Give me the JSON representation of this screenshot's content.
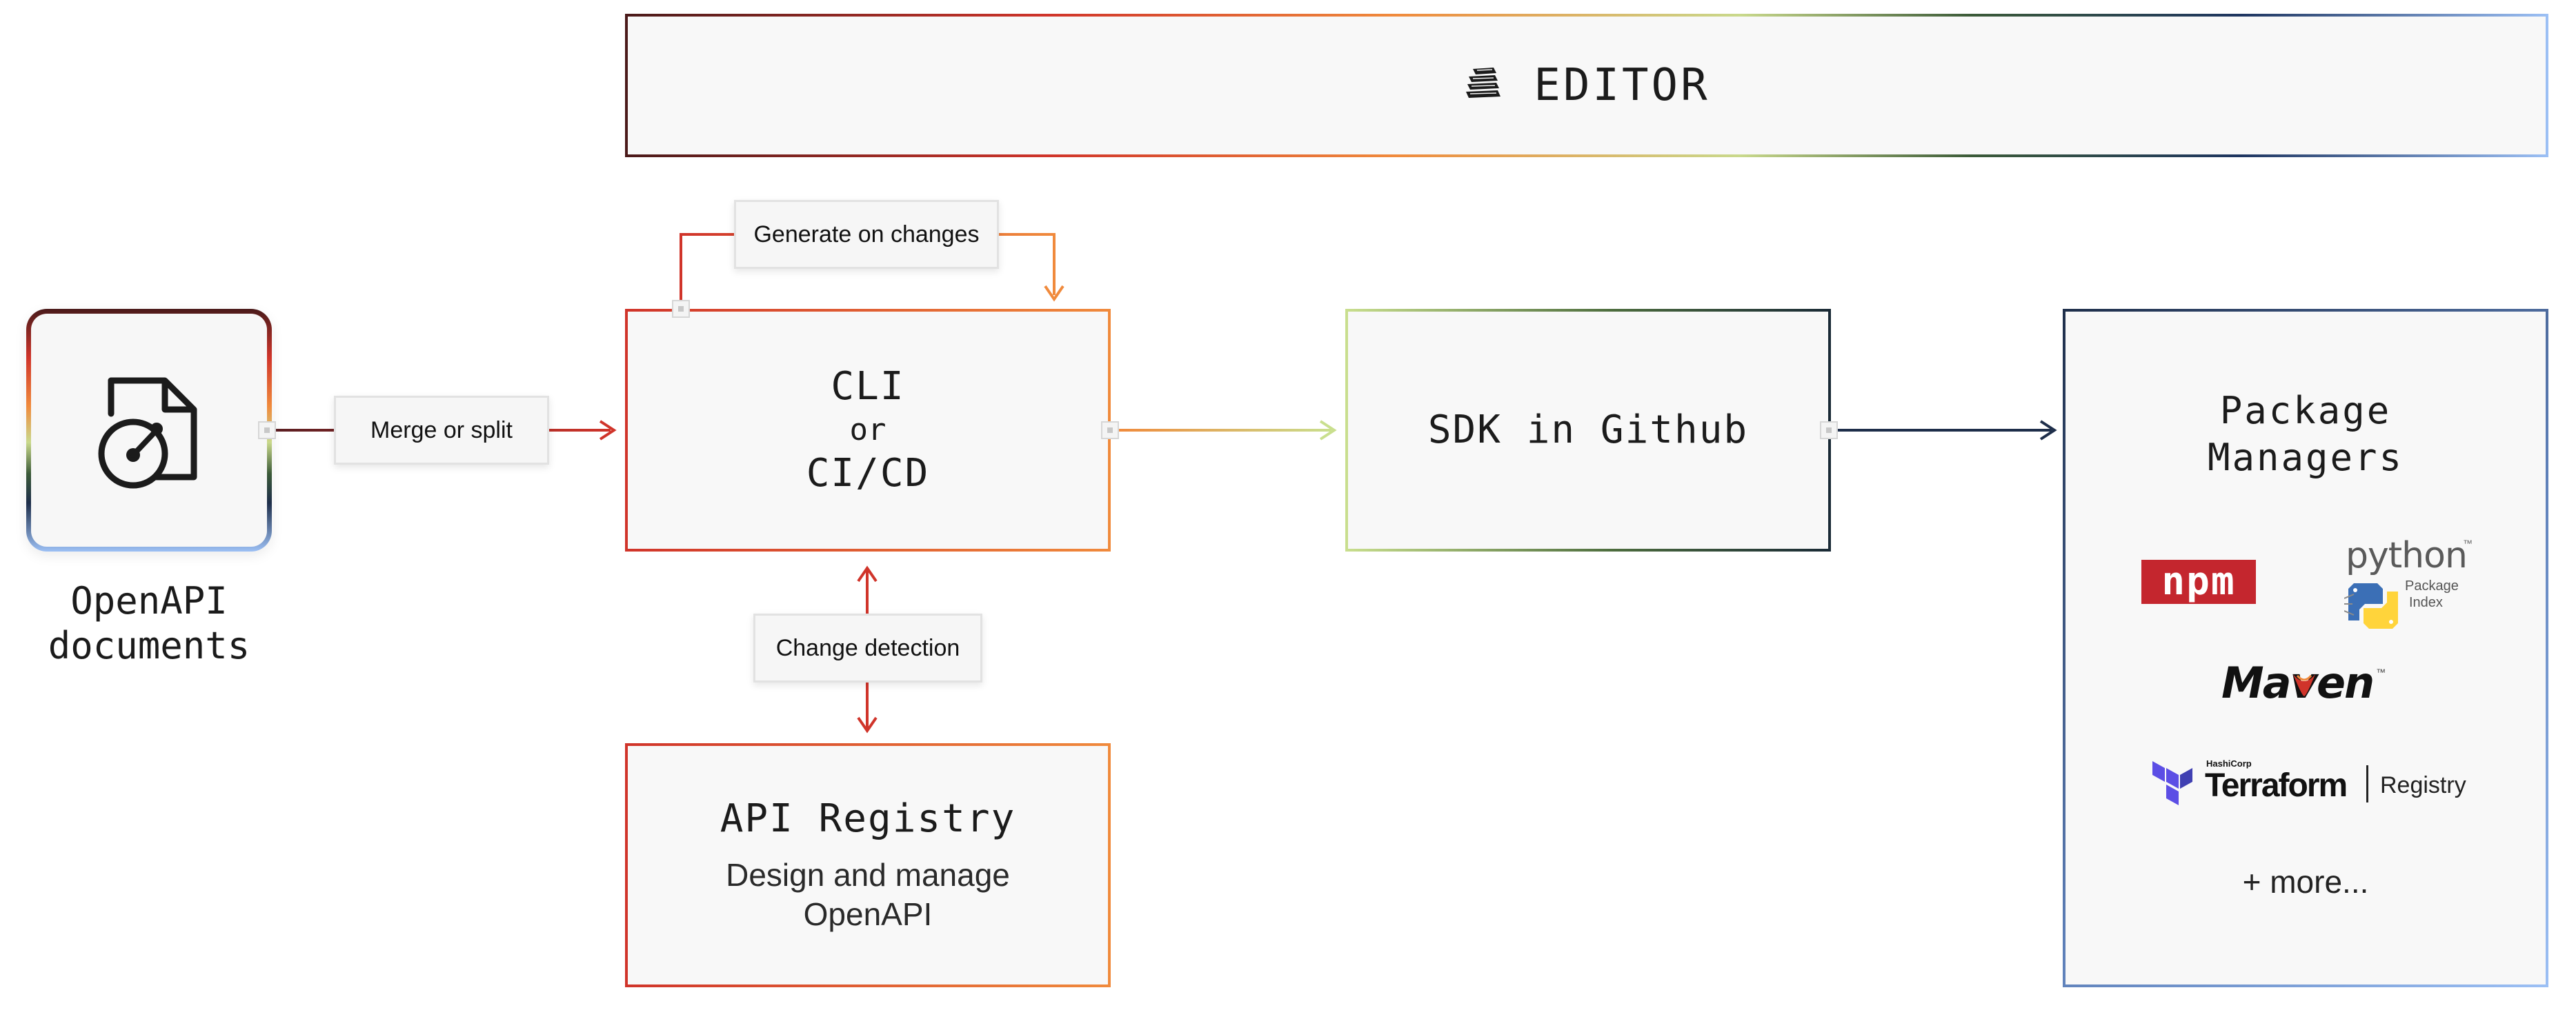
{
  "editor": {
    "label": "EDITOR",
    "icon": "stack-icon"
  },
  "openapi": {
    "icon": "openapi-document-icon",
    "label_line1": "OpenAPI",
    "label_line2": "documents"
  },
  "cli": {
    "line1": "CLI",
    "line2": "or",
    "line3": "CI/CD"
  },
  "sdk": {
    "label": "SDK in Github"
  },
  "registry": {
    "title": "API Registry",
    "subtitle_line1": "Design and manage",
    "subtitle_line2": "OpenAPI"
  },
  "package_managers": {
    "title_line1": "Package",
    "title_line2": "Managers",
    "logos": {
      "npm": "npm",
      "python": "python",
      "python_tm": "™",
      "python_sub1": "Package",
      "python_sub2": "Index",
      "maven": "Maven",
      "maven_tm": "™",
      "terraform_top": "HashiCorp",
      "terraform": "Terraform",
      "terraform_registry": "Registry"
    },
    "more": "+ more..."
  },
  "edges": {
    "merge_split": "Merge or split",
    "generate_changes": "Generate on changes",
    "change_detection": "Change detection"
  },
  "colors": {
    "red": "#d0342a",
    "orange": "#f08a3c",
    "green_light": "#c9df8e",
    "navy": "#1e2e4a",
    "blue_light": "#9cc0f5"
  }
}
